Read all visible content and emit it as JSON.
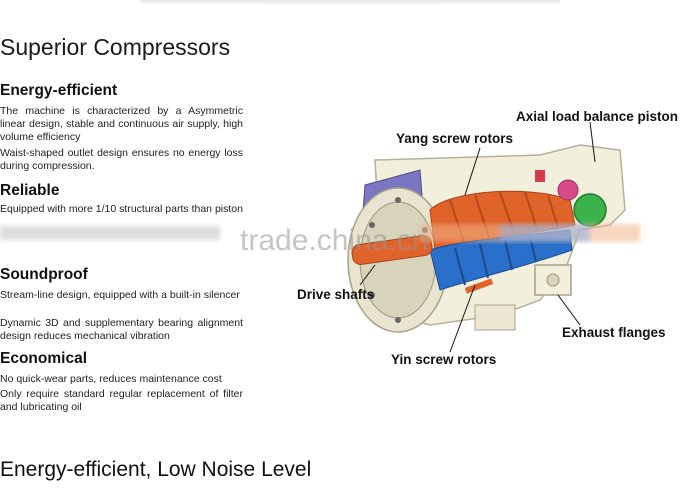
{
  "page": {
    "title": "Superior Compressors",
    "bottom_title": "Energy-efficient, Low Noise Level",
    "watermark": "trade.china.cn"
  },
  "sections": [
    {
      "heading": "Energy-efficient",
      "paragraphs": [
        "The machine is characterized by a Asymmetric linear design, stable and continuous air supply, high volume efficiency",
        "Waist-shaped outlet design ensures no energy loss during compression."
      ]
    },
    {
      "heading": "Reliable",
      "paragraphs": [
        "Equipped with more 1/10 structural parts than piston compressors, ensuring high reliability"
      ]
    },
    {
      "heading": "Soundproof",
      "paragraphs": [
        "Stream-line design, equipped with a built-in silencer",
        "Dynamic 3D and supplementary bearing alignment design reduces mechanical vibration"
      ]
    },
    {
      "heading": "Economical",
      "paragraphs": [
        "No quick-wear parts, reduces maintenance cost",
        "Only require standard regular replacement of filter and lubricating oil"
      ]
    }
  ],
  "diagram": {
    "labels": {
      "axial": "Axial load balance piston",
      "yang": "Yang screw rotors",
      "drive": "Drive shafts",
      "exhaust": "Exhaust flanges",
      "yin": "Yin screw rotors"
    },
    "colors": {
      "rotor_orange": "#e0632a",
      "rotor_blue": "#2a6fc9",
      "housing": "#f2efdc",
      "end_plate": "#7a76c2",
      "gear_green": "#3bb24a",
      "gear_pink": "#d84a8a"
    }
  }
}
